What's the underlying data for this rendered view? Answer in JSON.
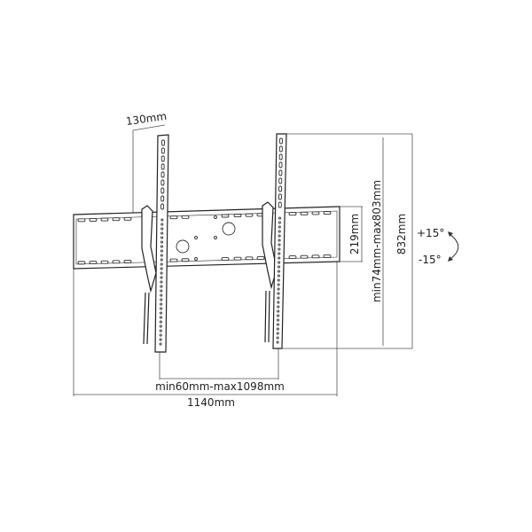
{
  "labels": {
    "depth": "130mm",
    "rail_height": "219mm",
    "vertical_range": "min74mm-max803mm",
    "total_height": "832mm",
    "horizontal_range": "min60mm-max1098mm",
    "total_width": "1140mm",
    "tilt_up": "+15°",
    "tilt_down": "-15°"
  }
}
